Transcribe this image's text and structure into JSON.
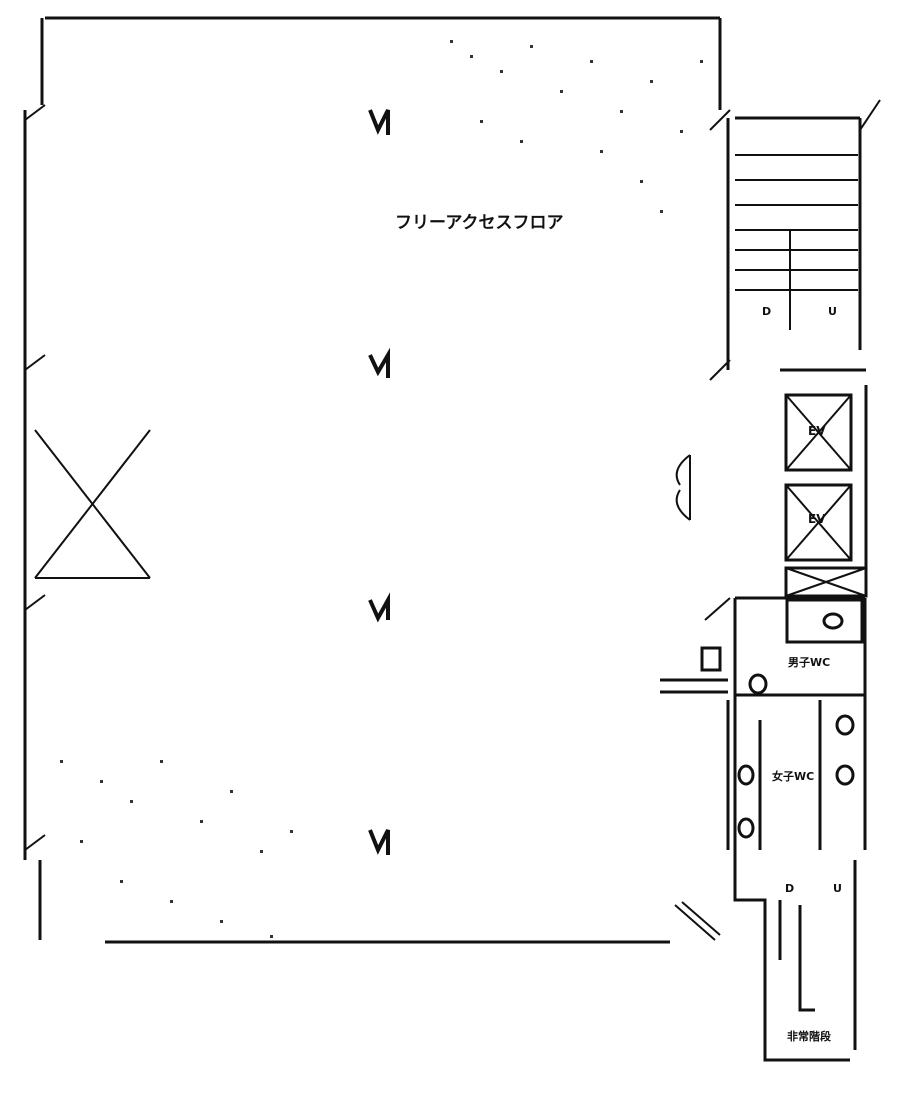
{
  "plan": {
    "main_area_label": "フリーアクセスフロア",
    "mens_toilet_label": "男子WC",
    "womens_toilet_label": "女子WC",
    "emergency_stairs_label": "非常階段",
    "elevator_labels": [
      "EV",
      "EV"
    ],
    "stair_labels": [
      "D",
      "U",
      "D",
      "U"
    ]
  }
}
